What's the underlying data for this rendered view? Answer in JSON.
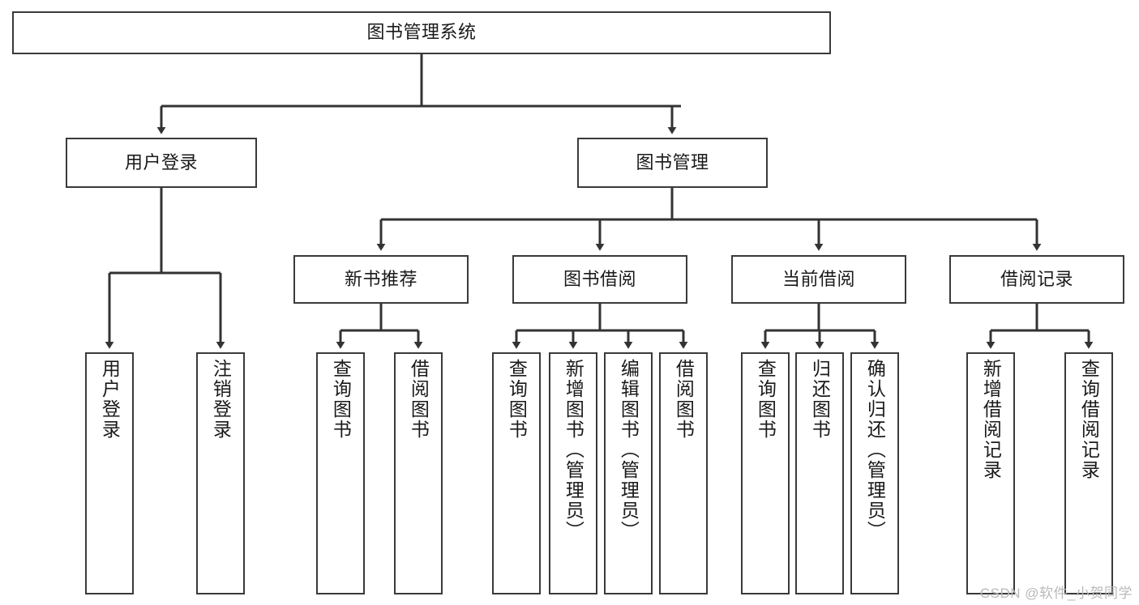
{
  "diagram": {
    "title": "图书管理系统",
    "type": "tree-hierarchy-chart",
    "colors": {
      "box_border": "#3a3a3a",
      "box_fill": "#ffffff",
      "connector": "#333333",
      "text": "#1a1a1a",
      "watermark": "#b9b9b9",
      "background": "#ffffff"
    },
    "root": {
      "label": "图书管理系统"
    },
    "level2": [
      {
        "label": "用户登录"
      },
      {
        "label": "图书管理"
      }
    ],
    "level3": [
      {
        "label": "新书推荐"
      },
      {
        "label": "图书借阅"
      },
      {
        "label": "当前借阅"
      },
      {
        "label": "借阅记录"
      }
    ],
    "leaves": {
      "user_login": [
        {
          "label": "用户登录"
        },
        {
          "label": "注销登录"
        }
      ],
      "new_book_recommend": [
        {
          "label": "查询图书"
        },
        {
          "label": "借阅图书"
        }
      ],
      "book_borrow": [
        {
          "label": "查询图书"
        },
        {
          "label": "新增图书（管理员）"
        },
        {
          "label": "编辑图书（管理员）"
        },
        {
          "label": "借阅图书"
        }
      ],
      "current_borrow": [
        {
          "label": "查询图书"
        },
        {
          "label": "归还图书"
        },
        {
          "label": "确认归还（管理员）"
        }
      ],
      "borrow_records": [
        {
          "label": "新增借阅记录"
        },
        {
          "label": "查询借阅记录"
        }
      ]
    }
  },
  "watermark": {
    "text": "CSDN @软件_小贺同学"
  }
}
